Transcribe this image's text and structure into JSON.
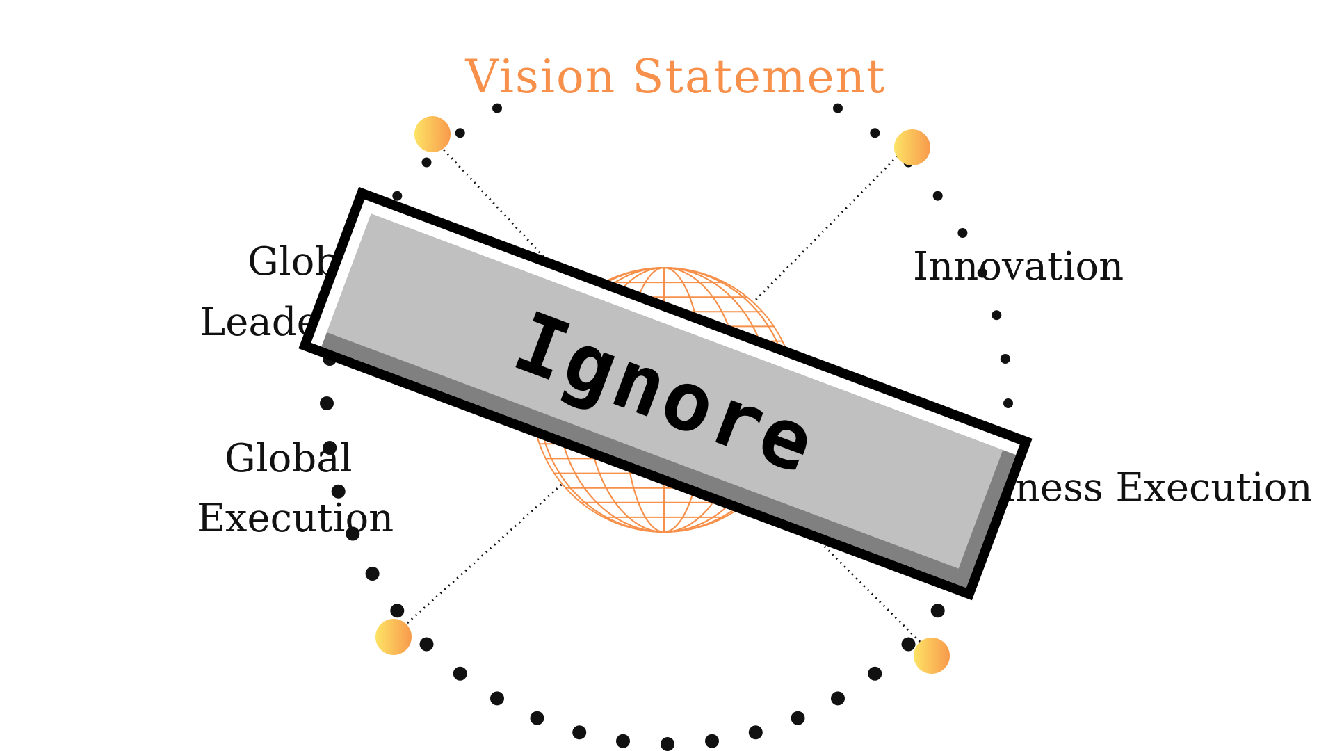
{
  "diagram": {
    "title": "Vision Statement",
    "center_icon": "globe-icon",
    "labels": {
      "top_left_line1": "Global",
      "top_left_line2": "Leadership",
      "top_right": "Innovation",
      "bottom_left_line1": "Global",
      "bottom_left_line2": "Execution",
      "bottom_right": "Business Execution"
    }
  },
  "overlay_button": {
    "label": "Ignore"
  },
  "colors": {
    "accent": "#f7904a",
    "node_light": "#fde365",
    "node_dark": "#f89a4c",
    "text": "#111111",
    "button_face": "#c0c0c0",
    "button_shadow": "#808080",
    "button_highlight": "#ffffff",
    "button_border": "#000000"
  }
}
